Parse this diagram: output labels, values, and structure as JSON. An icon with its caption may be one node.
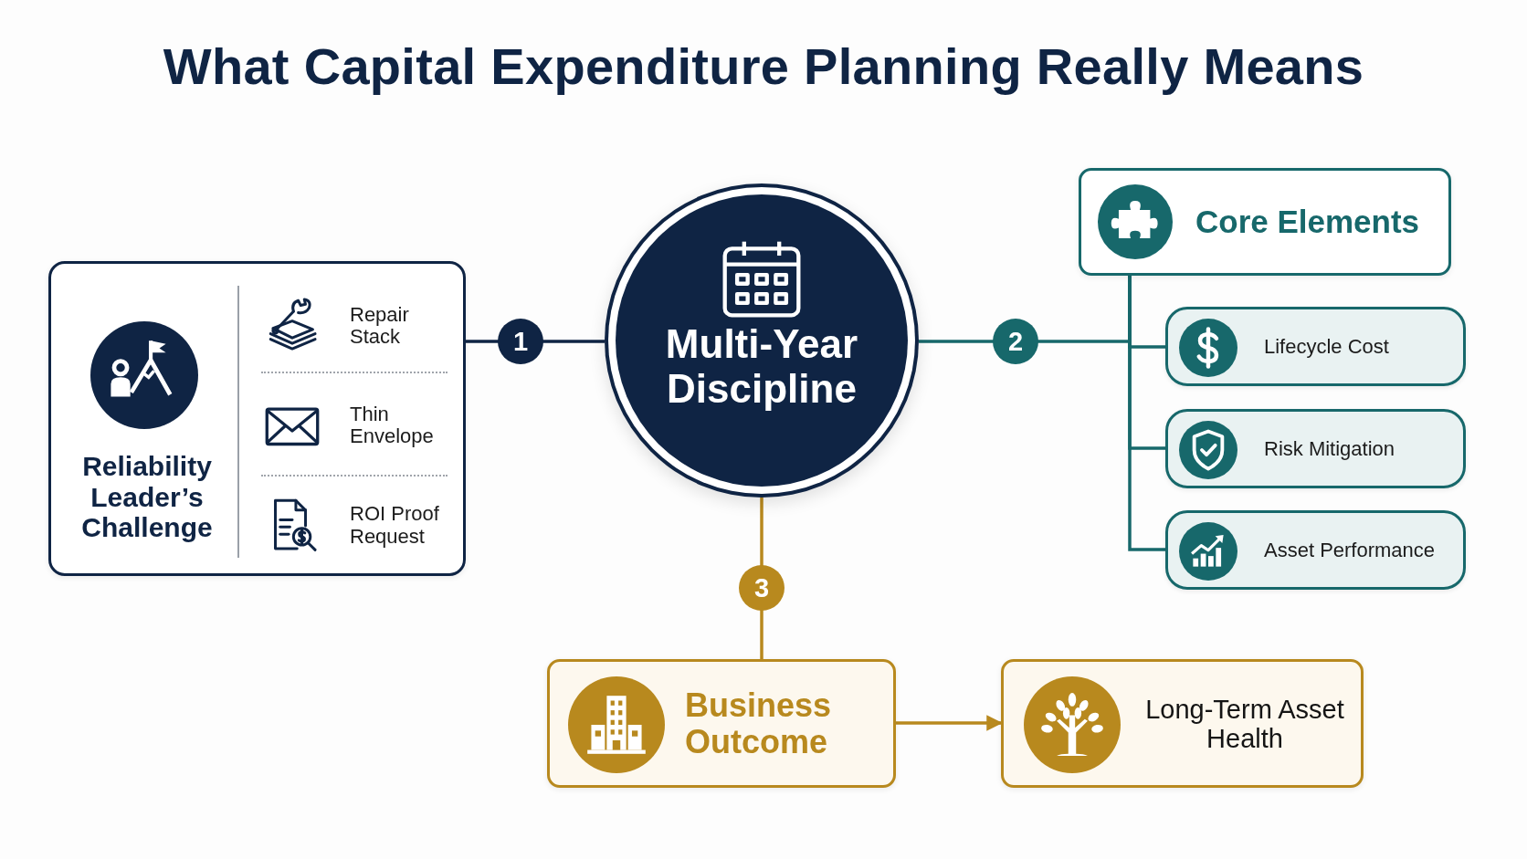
{
  "diagram": {
    "title": "What Capital Expenditure Planning Really Means",
    "nodes": [
      {
        "text": [
          "Reliability Leader’s Challenge"
        ]
      },
      {
        "text": [
          "Repair Stack"
        ],
        "in": 0
      },
      {
        "text": [
          "Thin Envelope"
        ],
        "in": 0
      },
      {
        "text": [
          "ROI Proof Request"
        ],
        "in": 0
      },
      {
        "text": [
          "Multi-Year Discipline"
        ]
      },
      {
        "text": [
          "Core Elements"
        ]
      },
      {
        "text": [
          "Lifecycle Cost"
        ]
      },
      {
        "text": [
          "Risk Mitigation"
        ]
      },
      {
        "text": [
          "Asset Performance"
        ]
      },
      {
        "text": [
          "Business Outcome"
        ]
      },
      {
        "text": [
          "Long-Term Asset Health"
        ]
      }
    ],
    "edges": [
      {
        "from": 0,
        "to": 4,
        "arrow": "none",
        "label": "1",
        "color": "#0f2444"
      },
      {
        "from": 4,
        "to": 5,
        "arrow": "none",
        "label": "2"
      },
      {
        "from": 5,
        "to": 6,
        "arrow": "none"
      },
      {
        "from": 5,
        "to": 7,
        "arrow": "none"
      },
      {
        "from": 5,
        "to": 8,
        "arrow": "none"
      },
      {
        "from": 4,
        "to": 9,
        "arrow": "none",
        "label": "3",
        "color": "#b8891e"
      },
      {
        "from": 9,
        "to": 10,
        "arrow": "to",
        "color": "#b8891e"
      }
    ]
  }
}
